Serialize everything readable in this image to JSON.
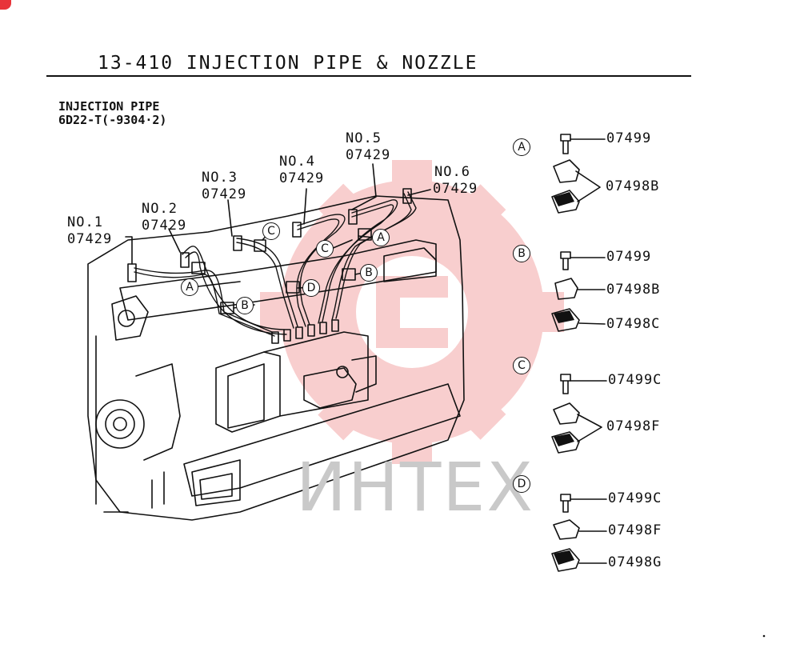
{
  "header": {
    "title": "13-410  INJECTION PIPE & NOZZLE",
    "subtitle_line1": "INJECTION PIPE",
    "subtitle_line2": "6D22-T(-9304·2)"
  },
  "watermark": {
    "text": "ИНТЕХ",
    "color": "#f1b3b3"
  },
  "pipe_labels": [
    {
      "no": "NO.1",
      "part": "07429"
    },
    {
      "no": "NO.2",
      "part": "07429"
    },
    {
      "no": "NO.3",
      "part": "07429"
    },
    {
      "no": "NO.4",
      "part": "07429"
    },
    {
      "no": "NO.5",
      "part": "07429"
    },
    {
      "no": "NO.6",
      "part": "07429"
    }
  ],
  "clamp_callouts": [
    "A",
    "B",
    "C",
    "D"
  ],
  "detail_groups": [
    {
      "letter": "A",
      "parts": [
        "07499",
        "07498B"
      ]
    },
    {
      "letter": "B",
      "parts": [
        "07499",
        "07498B",
        "07498C"
      ]
    },
    {
      "letter": "C",
      "parts": [
        "07499C",
        "07498F"
      ]
    },
    {
      "letter": "D",
      "parts": [
        "07499C",
        "07498F",
        "07498G"
      ]
    }
  ]
}
